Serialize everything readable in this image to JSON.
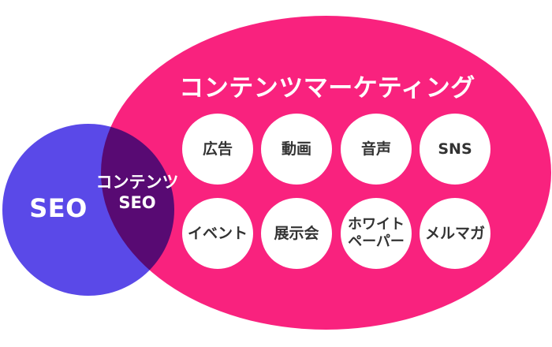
{
  "diagram": {
    "type": "venn",
    "title": "コンテンツマーケティング",
    "left_set_label": "SEO",
    "overlap_label": {
      "line1": "コンテンツ",
      "line2": "SEO"
    },
    "nodes": [
      {
        "id": "ad",
        "label": "広告"
      },
      {
        "id": "video",
        "label": "動画"
      },
      {
        "id": "audio",
        "label": "音声"
      },
      {
        "id": "sns",
        "label": "SNS"
      },
      {
        "id": "event",
        "label": "イベント"
      },
      {
        "id": "exhibition",
        "label": "展示会"
      },
      {
        "id": "whitepaper",
        "label": "ホワイト\nペーパー"
      },
      {
        "id": "newsletter",
        "label": "メルマガ"
      }
    ],
    "colors": {
      "content_marketing_pink": "#F9227E",
      "seo_blue": "#5A49E8",
      "overlap_purple": "#570B77",
      "node_background": "#FFFFFF",
      "node_text": "#333333",
      "label_text": "#FFFFFF"
    }
  }
}
